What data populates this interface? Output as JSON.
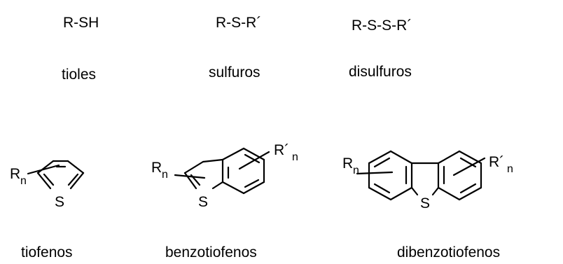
{
  "formulas": {
    "thiol": "R-SH",
    "sulfide": "R-S-R´",
    "disulfide": "R-S-S-R´"
  },
  "class_labels": {
    "thiols": "tioles",
    "sulfides": "sulfuros",
    "disulfides": "disulfuros",
    "thiophenes": "tiofenos",
    "benzothiophenes": "benzotiofenos",
    "dibenzothiophenes": "dibenzotiofenos"
  },
  "atoms": {
    "sulfur": "S",
    "substituent_r": "R",
    "substituent_r_prime": "R´",
    "subscript_n": "n"
  }
}
